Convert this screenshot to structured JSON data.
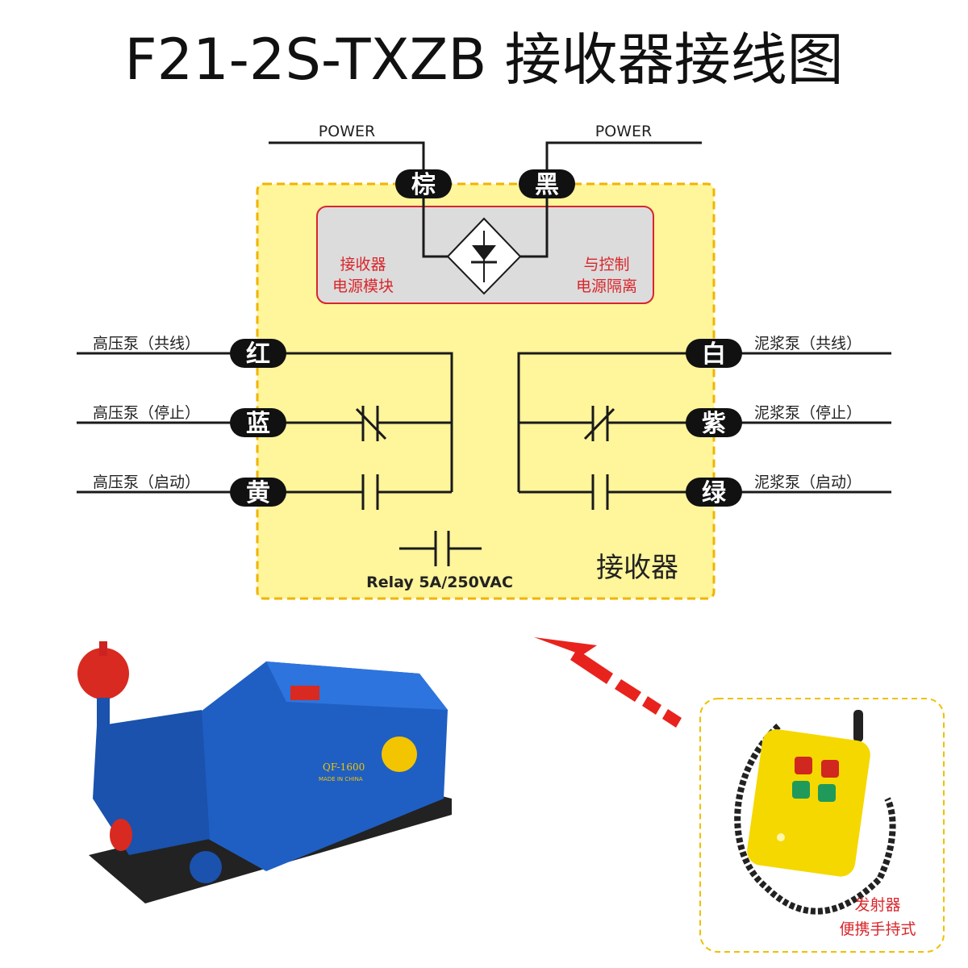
{
  "title": "F21-2S-TXZB 接收器接线图",
  "power": {
    "left_label": "POWER",
    "right_label": "POWER",
    "left_wire": "棕",
    "right_wire": "黑"
  },
  "power_module": {
    "left_text": [
      "接收器",
      "电源模块"
    ],
    "right_text": [
      "与控制",
      "电源隔离"
    ]
  },
  "left_terminals": [
    {
      "wire": "红",
      "label": "高压泵（共线）"
    },
    {
      "wire": "蓝",
      "label": "高压泵（停止）"
    },
    {
      "wire": "黄",
      "label": "高压泵（启动）"
    }
  ],
  "right_terminals": [
    {
      "wire": "白",
      "label": "泥浆泵（共线）"
    },
    {
      "wire": "紫",
      "label": "泥浆泵（停止）"
    },
    {
      "wire": "绿",
      "label": "泥浆泵（启动）"
    }
  ],
  "relay_label": "Relay 5A/250VAC",
  "receiver_label": "接收器",
  "pump_plate": {
    "model": "QF-1600",
    "origin": "MADE IN CHINA"
  },
  "transmitter": {
    "line1": "发射器",
    "line2": "便携手持式"
  },
  "colors": {
    "panel": "#fff59a",
    "border": "#f0b400",
    "module": "#dcdcdc",
    "accent": "#d9262b",
    "pump": "#1f5fc4",
    "remote": "#f5d800"
  }
}
